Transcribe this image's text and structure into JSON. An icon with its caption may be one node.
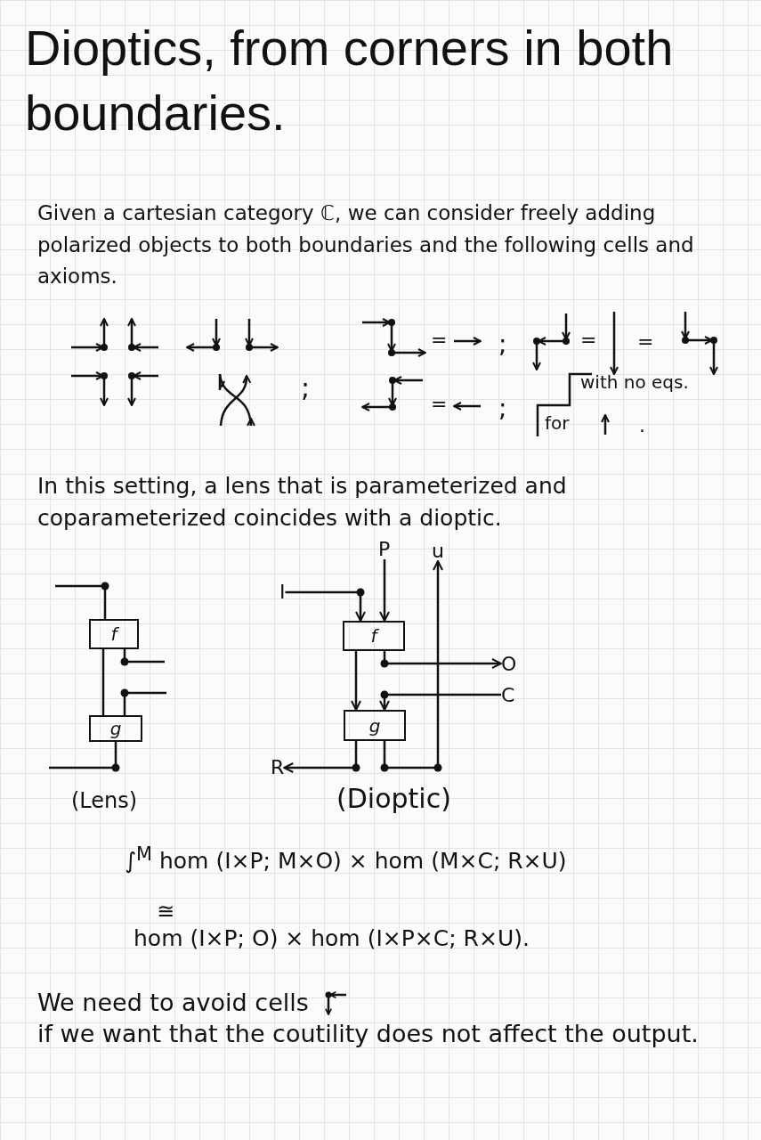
{
  "diagram": {
    "title": "Dioptics, from corners in both boundaries.",
    "nodes": [
      {
        "text": [
          "f"
        ]
      },
      {
        "text": [
          "g"
        ]
      },
      {
        "text": [
          "I"
        ]
      },
      {
        "text": [
          "P"
        ]
      },
      {
        "text": [
          "u"
        ]
      },
      {
        "text": [
          "f"
        ]
      },
      {
        "text": [
          "O"
        ]
      },
      {
        "text": [
          "C"
        ]
      },
      {
        "text": [
          "g"
        ]
      },
      {
        "text": [
          "R"
        ]
      }
    ],
    "edges": [
      {
        "from": null,
        "to": 0,
        "arrow": "none"
      },
      {
        "from": 0,
        "to": 1,
        "arrow": "none"
      },
      {
        "from": 0,
        "to": null,
        "arrow": "none"
      },
      {
        "from": null,
        "to": 1,
        "arrow": "none"
      },
      {
        "from": 1,
        "to": null,
        "arrow": "none"
      },
      {
        "from": 2,
        "to": 5,
        "arrow": "to"
      },
      {
        "from": 3,
        "to": 5,
        "arrow": "to"
      },
      {
        "from": 5,
        "to": 6,
        "arrow": "to"
      },
      {
        "from": 7,
        "to": 8,
        "arrow": "to"
      },
      {
        "from": 5,
        "to": 8,
        "arrow": "to"
      },
      {
        "from": 8,
        "to": 9,
        "arrow": "to"
      },
      {
        "from": 8,
        "to": 4,
        "arrow": "to"
      }
    ],
    "labels": [
      "Given a cartesian category ℂ, we can consider freely adding polarized objects to both boundaries and the following cells and axioms.",
      ";",
      "=",
      ";",
      "=",
      "=",
      "=",
      ";",
      "with no eqs.",
      "for",
      ".",
      "In this setting, a lens that is parameterized and coparameterized coincides with a dioptic.",
      "(Lens)",
      "(Dioptic)",
      "∫$^{M}$ hom (I×P; M×O) × hom (M×C; R×U)",
      "≅",
      "hom (I×P; O) × hom (I×P×C; R×U).",
      "We need to avoid cells",
      "if we want that the coutility does not affect the output."
    ]
  }
}
